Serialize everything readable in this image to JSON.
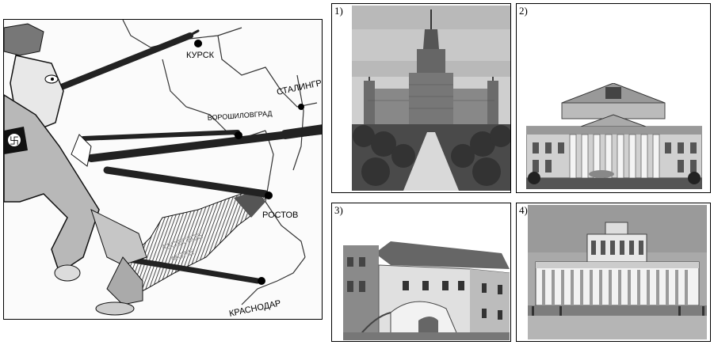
{
  "cartoon": {
    "city_labels": [
      "КУРСК",
      "ВОРОШИЛОВГРАД",
      "СТАЛИНГРАД",
      "РОСТОВ",
      "АЗОВСКОЕ",
      "МОРЕ",
      "КРАСНОДАР"
    ]
  },
  "panels": [
    {
      "number": "1)"
    },
    {
      "number": "2)"
    },
    {
      "number": "3)"
    },
    {
      "number": "4)"
    }
  ]
}
